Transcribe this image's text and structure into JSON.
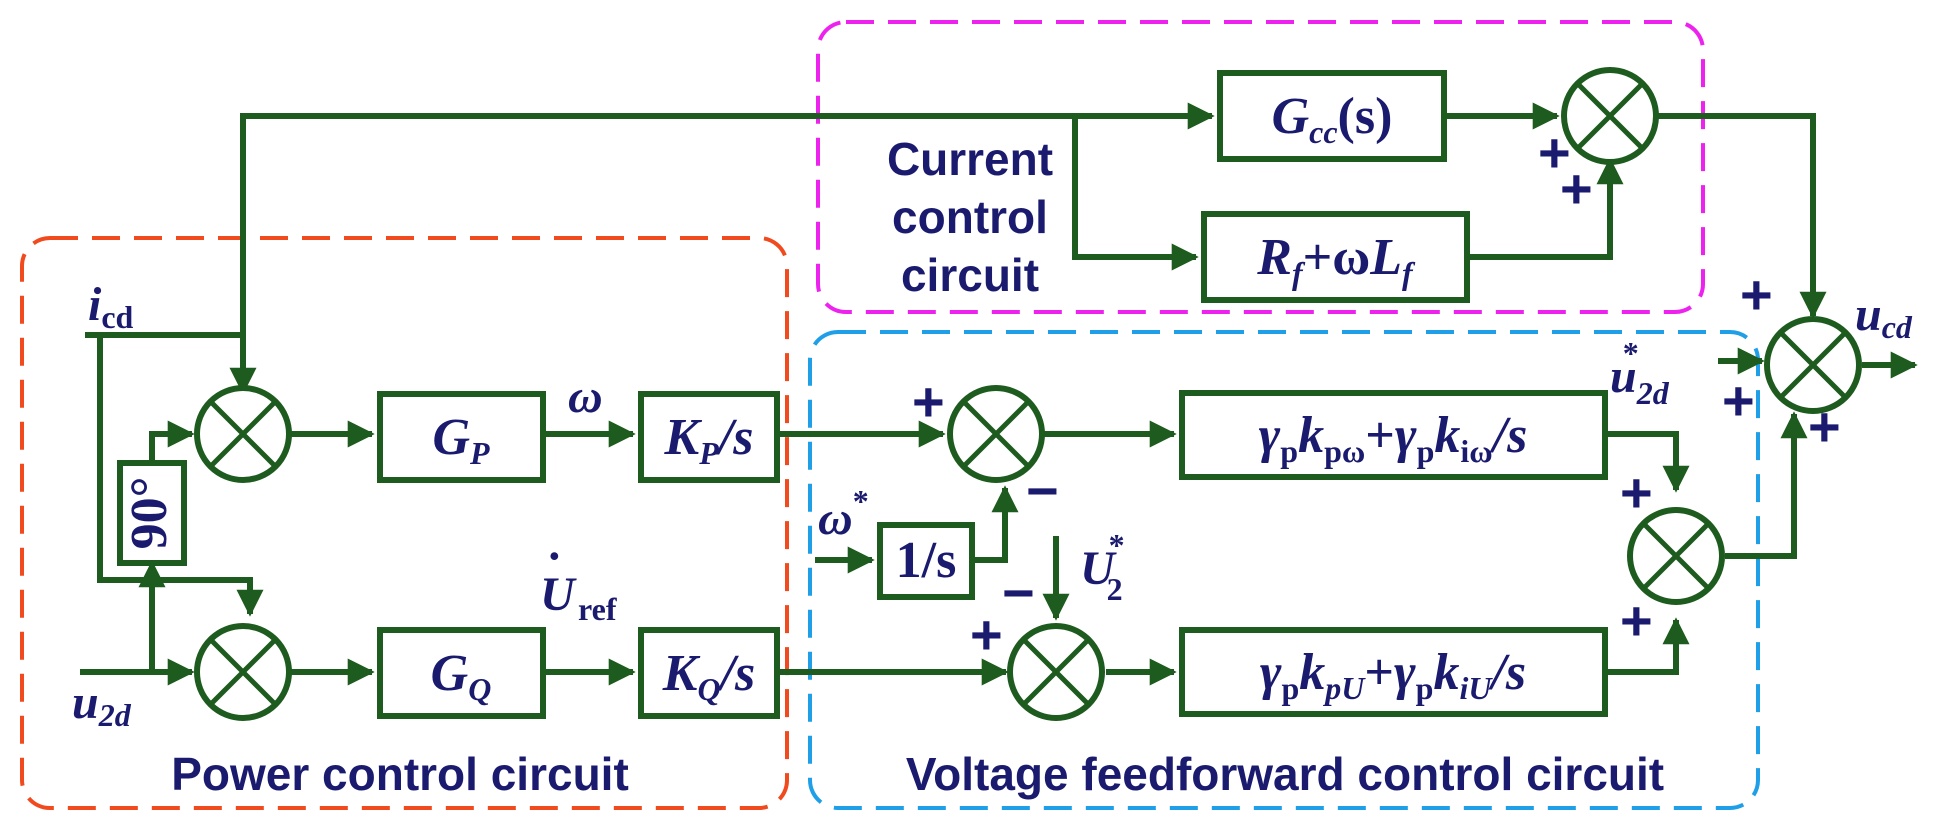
{
  "colors": {
    "line": "#1e5b1e",
    "text": "#1a1a6e",
    "power_region": "#f04a1e",
    "current_region": "#ee22ee",
    "voltage_region": "#1e9fe8"
  },
  "regions": {
    "power_label": "Power control circuit",
    "current_label_1": "Current",
    "current_label_2": "control",
    "current_label_3": "circuit",
    "voltage_label": "Voltage feedforward control circuit"
  },
  "blocks": {
    "gcc_main": "G",
    "gcc_sub": "cc",
    "gcc_tail": "(s)",
    "rf_r": "R",
    "rf_f": "f",
    "rf_plus": "+ω",
    "rf_l": "L",
    "rf_f2": "f",
    "gp_main": "G",
    "gp_sub": "P",
    "kp_k": "K",
    "kp_sub": "P",
    "kp_tail": "/s",
    "gq_main": "G",
    "gq_sub": "Q",
    "kq_k": "K",
    "kq_sub": "Q",
    "kq_tail": "/s",
    "phase": "90°",
    "integ": "1/s",
    "pi_w_g1": "γ",
    "pi_w_p1": "p",
    "pi_w_k1": "k",
    "pi_w_s1": "pω",
    "pi_w_plus": "+",
    "pi_w_g2": "γ",
    "pi_w_p2": "p",
    "pi_w_k2": "k",
    "pi_w_s2": "iω",
    "pi_w_tail": "/s",
    "pi_u_g1": "γ",
    "pi_u_p1": "p",
    "pi_u_k1": "k",
    "pi_u_s1": "pU",
    "pi_u_plus": "+",
    "pi_u_g2": "γ",
    "pi_u_p2": "p",
    "pi_u_k2": "k",
    "pi_u_s2": "iU",
    "pi_u_tail": "/s"
  },
  "signals": {
    "icd_main": "i",
    "icd_sub": "cd",
    "u2d_main": "u",
    "u2d_sub": "2d",
    "omega": "ω",
    "uref_main": "U",
    "uref_dot": "·",
    "uref_sub": "ref",
    "omega_star": "ω",
    "star": "*",
    "u2star_main": "U",
    "u2star_sub": "2",
    "u2dstar_main": "u",
    "u2dstar_sub": "2d",
    "ucd_main": "u",
    "ucd_sub": "cd"
  },
  "signs": {
    "plus": "+",
    "minus": "−"
  }
}
